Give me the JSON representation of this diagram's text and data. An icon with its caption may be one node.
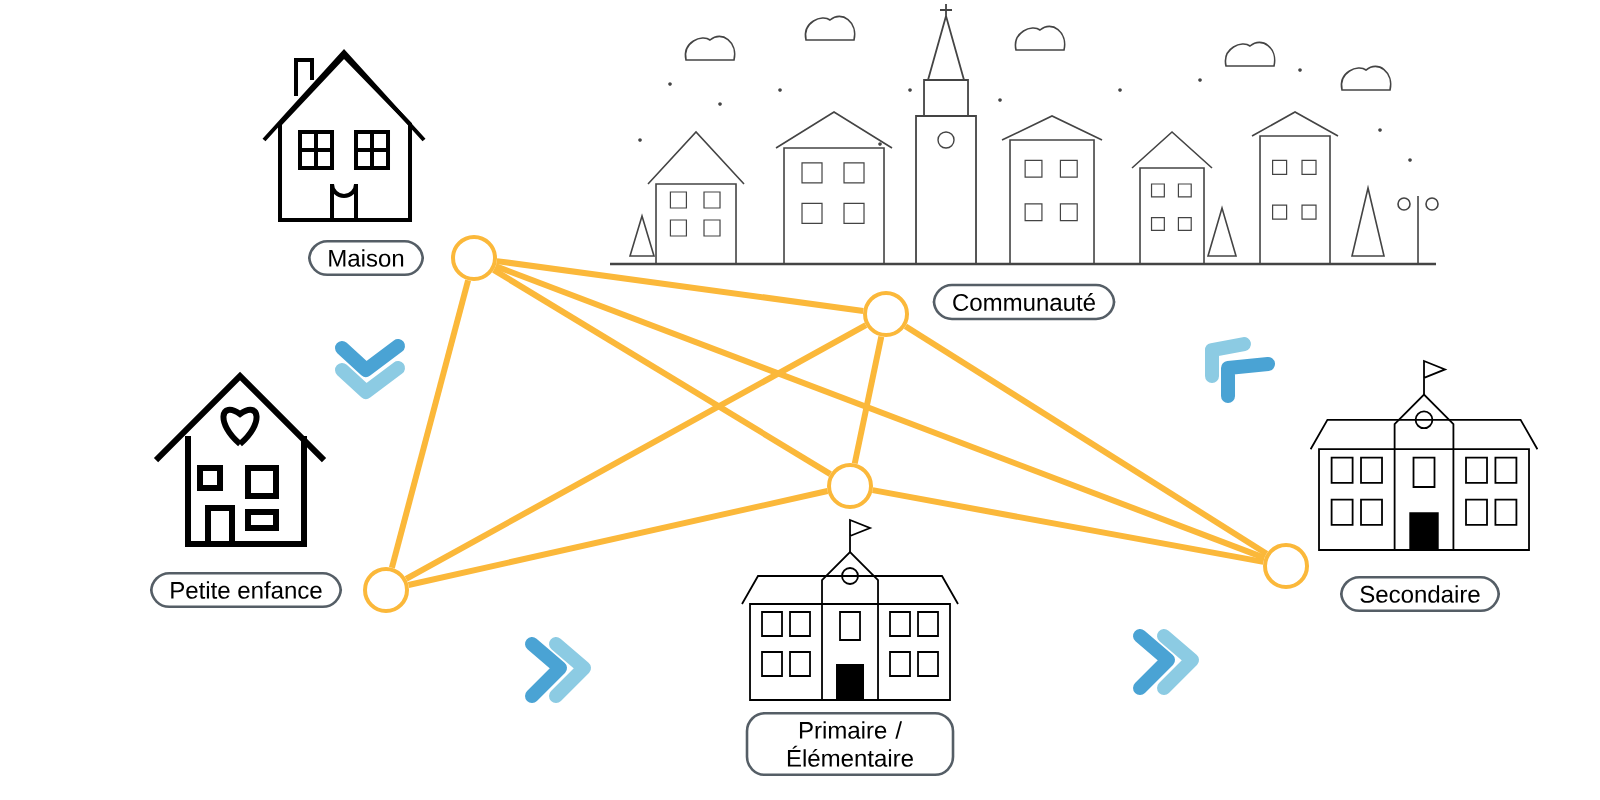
{
  "diagram": {
    "nodes": [
      {
        "text": [
          "Maison"
        ]
      },
      {
        "text": [],
        "shape": "circle"
      },
      {
        "text": [],
        "shape": "circle"
      },
      {
        "text": [
          "Communauté"
        ]
      },
      {
        "text": [],
        "shape": "circle"
      },
      {
        "text": [],
        "shape": "circle"
      },
      {
        "text": [
          "Petite enfance"
        ]
      },
      {
        "text": [],
        "shape": "circle"
      },
      {
        "text": [
          "Secondaire"
        ]
      },
      {
        "text": [
          "Primaire / Élémentaire"
        ]
      }
    ],
    "edges": [
      {
        "from": 1,
        "to": 2,
        "arrow": "none"
      },
      {
        "from": 1,
        "to": 4,
        "arrow": "none"
      },
      {
        "from": 1,
        "to": 5,
        "arrow": "none"
      },
      {
        "from": 1,
        "to": 7,
        "arrow": "none"
      },
      {
        "from": 2,
        "to": 7,
        "arrow": "none"
      },
      {
        "from": 2,
        "to": 4,
        "arrow": "none"
      },
      {
        "from": 2,
        "to": 5,
        "arrow": "none"
      },
      {
        "from": 4,
        "to": 7,
        "arrow": "none"
      },
      {
        "from": 4,
        "to": 5,
        "arrow": "none"
      }
    ]
  }
}
